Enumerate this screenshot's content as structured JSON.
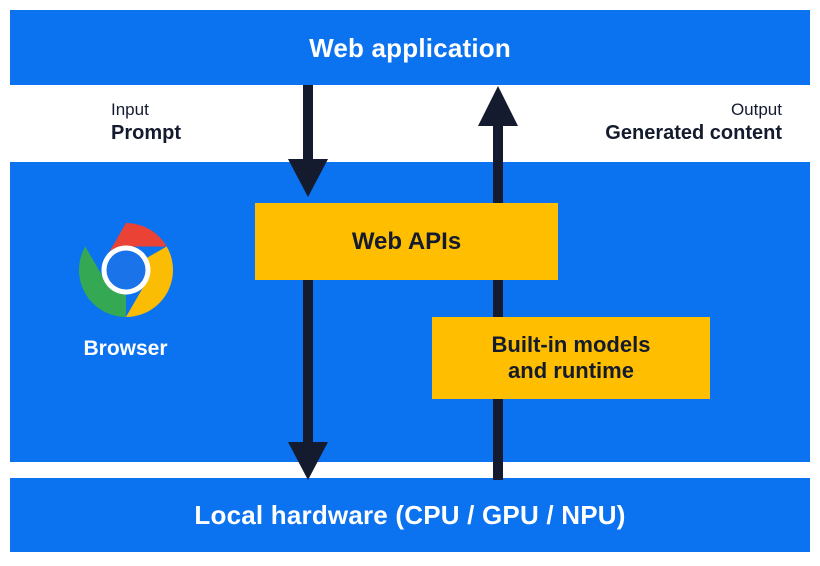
{
  "diagram": {
    "title": "Web application",
    "layers": [
      {
        "id": "web-application",
        "label": "Web application"
      },
      {
        "id": "browser",
        "label": "Browser"
      },
      {
        "id": "local-hardware",
        "label": "Local hardware (CPU / GPU / NPU)"
      }
    ],
    "io": {
      "input": {
        "kind": "Input",
        "value": "Prompt"
      },
      "output": {
        "kind": "Output",
        "value": "Generated content"
      }
    },
    "components": [
      {
        "id": "web-apis",
        "label": "Web APIs"
      },
      {
        "id": "builtin-models",
        "label": "Built-in models and runtime",
        "line1": "Built-in models",
        "line2": "and runtime"
      }
    ],
    "icons": {
      "chrome": "chrome-logo",
      "arrow_down": "arrow-down-icon",
      "arrow_up": "arrow-up-icon"
    },
    "colors": {
      "layer_blue": "#0B72F0",
      "component_yellow": "#FFBF00",
      "arrow_navy": "#141b2e",
      "text_light": "#ffffff",
      "text_dark": "#141b2e",
      "chrome_red": "#EA4335",
      "chrome_yellow": "#FBBC04",
      "chrome_green": "#34A853",
      "chrome_blue": "#1A73E8",
      "chrome_white": "#ffffff"
    }
  }
}
